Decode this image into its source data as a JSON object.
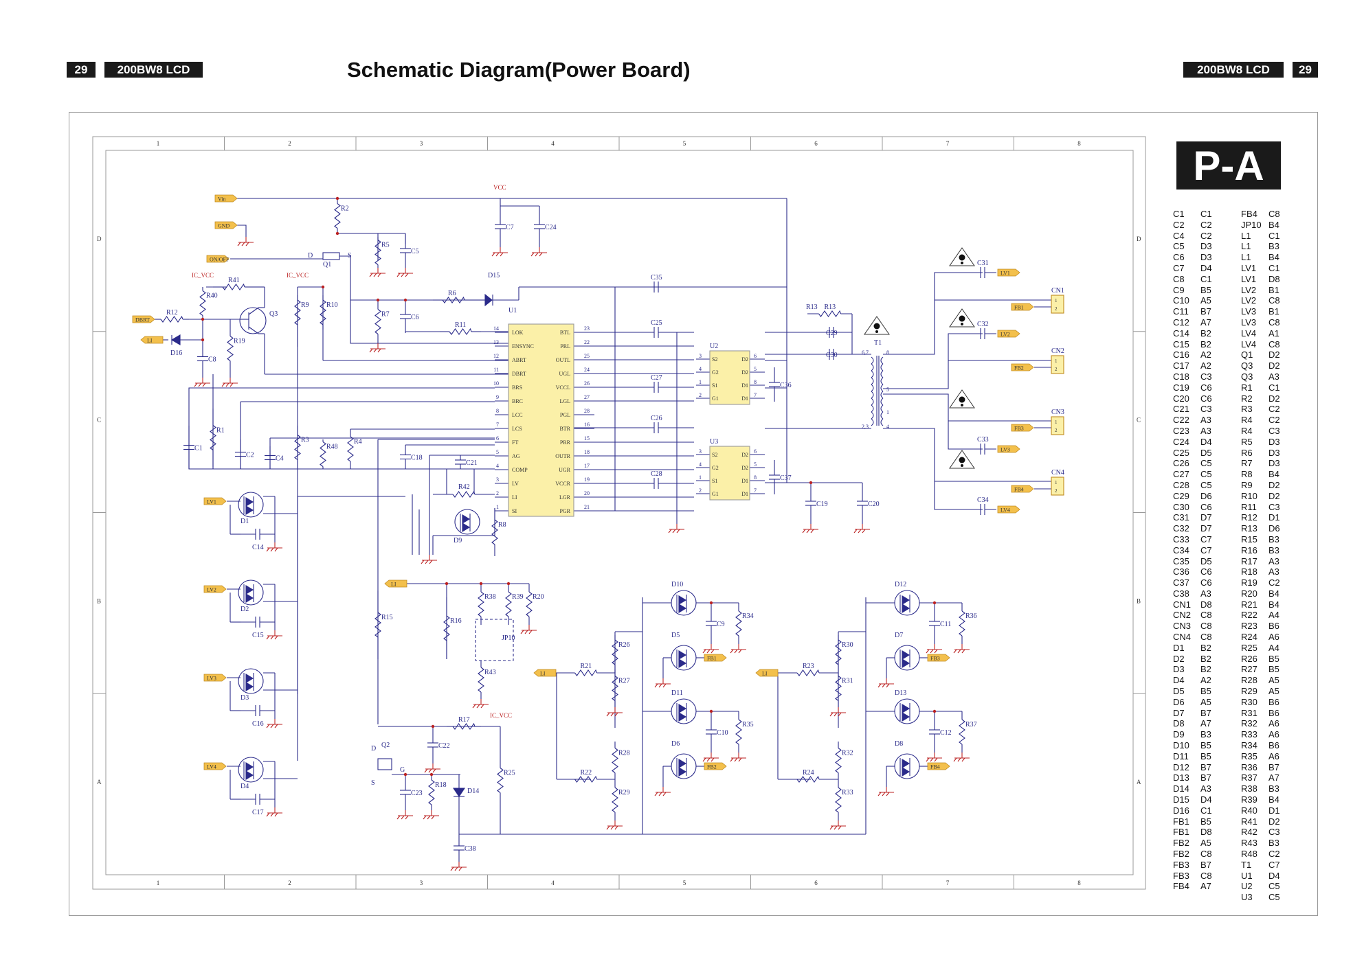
{
  "header": {
    "page_number": "29",
    "model": "200BW8 LCD",
    "title": "Schematic Diagram(Power Board)"
  },
  "board_label": "P-A",
  "grid": {
    "columns": [
      "1",
      "2",
      "3",
      "4",
      "5",
      "6",
      "7",
      "8"
    ],
    "rows": [
      "D",
      "C",
      "B",
      "A"
    ]
  },
  "nets": {
    "vin": "Vin",
    "gnd": "GND",
    "onoff": "ON/OFF",
    "dbrt": "DBRT",
    "li": "LI",
    "vcc": "VCC",
    "ic_vcc": "IC_VCC",
    "lv1": "LV1",
    "lv2": "LV2",
    "lv3": "LV3",
    "lv4": "LV4",
    "fb1": "FB1",
    "fb2": "FB2",
    "fb3": "FB3",
    "fb4": "FB4"
  },
  "ic": {
    "name": "U1",
    "left_pins": [
      {
        "num": "14",
        "name": "LOK"
      },
      {
        "num": "13",
        "name": "ENSYNC"
      },
      {
        "num": "12",
        "name": "ABRT"
      },
      {
        "num": "11",
        "name": "DBRT"
      },
      {
        "num": "10",
        "name": "BRS"
      },
      {
        "num": "9",
        "name": "BRC"
      },
      {
        "num": "8",
        "name": "LCC"
      },
      {
        "num": "7",
        "name": "LCS"
      },
      {
        "num": "6",
        "name": "FT"
      },
      {
        "num": "5",
        "name": "AG"
      },
      {
        "num": "4",
        "name": "COMP"
      },
      {
        "num": "3",
        "name": "LV"
      },
      {
        "num": "2",
        "name": "LI"
      },
      {
        "num": "1",
        "name": "SI"
      }
    ],
    "right_pins": [
      {
        "num": "23",
        "name": "BTL"
      },
      {
        "num": "22",
        "name": "PRL"
      },
      {
        "num": "25",
        "name": "OUTL"
      },
      {
        "num": "24",
        "name": "UGL"
      },
      {
        "num": "26",
        "name": "VCCL"
      },
      {
        "num": "27",
        "name": "LGL"
      },
      {
        "num": "28",
        "name": "PGL"
      },
      {
        "num": "16",
        "name": "BTR"
      },
      {
        "num": "15",
        "name": "PRR"
      },
      {
        "num": "18",
        "name": "OUTR"
      },
      {
        "num": "17",
        "name": "UGR"
      },
      {
        "num": "19",
        "name": "VCCR"
      },
      {
        "num": "20",
        "name": "LGR"
      },
      {
        "num": "21",
        "name": "PGR"
      }
    ]
  },
  "mosfet_drivers": [
    {
      "name": "U2",
      "pins": [
        {
          "num": "3",
          "name": "S2"
        },
        {
          "num": "4",
          "name": "G2"
        },
        {
          "num": "1",
          "name": "S1"
        },
        {
          "num": "2",
          "name": "G1"
        }
      ],
      "right_pins": [
        {
          "num": "6",
          "name": "D2"
        },
        {
          "num": "5",
          "name": "D2"
        },
        {
          "num": "8",
          "name": "D1"
        },
        {
          "num": "7",
          "name": "D1"
        }
      ]
    },
    {
      "name": "U3",
      "pins": [
        {
          "num": "3",
          "name": "S2"
        },
        {
          "num": "4",
          "name": "G2"
        },
        {
          "num": "1",
          "name": "S1"
        },
        {
          "num": "2",
          "name": "G1"
        }
      ],
      "right_pins": [
        {
          "num": "6",
          "name": "D2"
        },
        {
          "num": "5",
          "name": "D2"
        },
        {
          "num": "8",
          "name": "D1"
        },
        {
          "num": "7",
          "name": "D1"
        }
      ]
    }
  ],
  "transformer": {
    "name": "T1",
    "pins": [
      "6,7",
      "2,3",
      "8",
      "5",
      "1",
      "4"
    ]
  },
  "connectors": [
    "CN1",
    "CN2",
    "CN3",
    "CN4"
  ],
  "connector_pins": [
    "1",
    "2"
  ],
  "labels": {
    "r2": "R2",
    "r5": "R5",
    "c5": "C5",
    "q1": "Q1",
    "d": "D",
    "s": "S",
    "g": "G",
    "c7": "C7",
    "c24": "C24",
    "r41": "R41",
    "r40": "R40",
    "r12": "R12",
    "q3": "Q3",
    "r19": "R19",
    "c8": "C8",
    "d16": "D16",
    "r9": "R9",
    "r10": "R10",
    "r7": "R7",
    "c6": "C6",
    "r6": "R6",
    "d15": "D15",
    "r11": "R11",
    "c35": "C35",
    "c25": "C25",
    "c27": "C27",
    "c26": "C26",
    "c28": "C28",
    "c36": "C36",
    "c37": "C37",
    "c19": "C19",
    "c20": "C20",
    "r13": "R13",
    "c29": "C29",
    "c30": "C30",
    "c31": "C31",
    "c32": "C32",
    "c33": "C33",
    "c34": "C34",
    "c1": "C1",
    "r1": "R1",
    "c2": "C2",
    "c4": "C4",
    "r3": "R3",
    "r48": "R48",
    "r4": "R4",
    "c18": "C18",
    "c21": "C21",
    "r42": "R42",
    "d9": "D9",
    "r8": "R8",
    "d1": "D1",
    "c14": "C14",
    "d2": "D2",
    "c15": "C15",
    "d3": "D3",
    "c16": "C16",
    "d4": "D4",
    "c17": "C17",
    "r38": "R38",
    "r39": "R39",
    "r20": "R20",
    "jp10": "JP10",
    "r43": "R43",
    "r15": "R15",
    "r16": "R16",
    "q2": "Q2",
    "r17": "R17",
    "c22": "C22",
    "c23": "C23",
    "r18": "R18",
    "d14": "D14",
    "r25": "R25",
    "c38": "C38",
    "d10": "D10",
    "c9": "C9",
    "r34": "R34",
    "d5": "D5",
    "r26": "R26",
    "r27": "R27",
    "r21": "R21",
    "d11": "D11",
    "c10": "C10",
    "r35": "R35",
    "d6": "D6",
    "r28": "R28",
    "r29": "R29",
    "r22": "R22",
    "d12": "D12",
    "c11": "C11",
    "r36": "R36",
    "d7": "D7",
    "r30": "R30",
    "r31": "R31",
    "r23": "R23",
    "d13": "D13",
    "c12": "C12",
    "r37": "R37",
    "d8": "D8",
    "r32": "R32",
    "r33": "R33",
    "r24": "R24"
  },
  "reference_list": {
    "left": [
      [
        "C1",
        "C1"
      ],
      [
        "C2",
        "C2"
      ],
      [
        "C4",
        "C2"
      ],
      [
        "C5",
        "D3"
      ],
      [
        "C6",
        "D3"
      ],
      [
        "C7",
        "D4"
      ],
      [
        "C8",
        "C1"
      ],
      [
        "C9",
        "B5"
      ],
      [
        "C10",
        "A5"
      ],
      [
        "C11",
        "B7"
      ],
      [
        "C12",
        "A7"
      ],
      [
        "C14",
        "B2"
      ],
      [
        "C15",
        "B2"
      ],
      [
        "C16",
        "A2"
      ],
      [
        "C17",
        "A2"
      ],
      [
        "C18",
        "C3"
      ],
      [
        "C19",
        "C6"
      ],
      [
        "C20",
        "C6"
      ],
      [
        "C21",
        "C3"
      ],
      [
        "C22",
        "A3"
      ],
      [
        "C23",
        "A3"
      ],
      [
        "C24",
        "D4"
      ],
      [
        "C25",
        "D5"
      ],
      [
        "C26",
        "C5"
      ],
      [
        "C27",
        "C5"
      ],
      [
        "C28",
        "C5"
      ],
      [
        "C29",
        "D6"
      ],
      [
        "C30",
        "C6"
      ],
      [
        "C31",
        "D7"
      ],
      [
        "C32",
        "D7"
      ],
      [
        "C33",
        "C7"
      ],
      [
        "C34",
        "C7"
      ],
      [
        "C35",
        "D5"
      ],
      [
        "C36",
        "C6"
      ],
      [
        "C37",
        "C6"
      ],
      [
        "C38",
        "A3"
      ],
      [
        "CN1",
        "D8"
      ],
      [
        "CN2",
        "C8"
      ],
      [
        "CN3",
        "C8"
      ],
      [
        "CN4",
        "C8"
      ],
      [
        "D1",
        "B2"
      ],
      [
        "D2",
        "B2"
      ],
      [
        "D3",
        "B2"
      ],
      [
        "D4",
        "A2"
      ],
      [
        "D5",
        "B5"
      ],
      [
        "D6",
        "A5"
      ],
      [
        "D7",
        "B7"
      ],
      [
        "D8",
        "A7"
      ],
      [
        "D9",
        "B3"
      ],
      [
        "D10",
        "B5"
      ],
      [
        "D11",
        "B5"
      ],
      [
        "D12",
        "B7"
      ],
      [
        "D13",
        "B7"
      ],
      [
        "D14",
        "A3"
      ],
      [
        "D15",
        "D4"
      ],
      [
        "D16",
        "C1"
      ],
      [
        "FB1",
        "B5"
      ],
      [
        "FB1",
        "D8"
      ],
      [
        "FB2",
        "A5"
      ],
      [
        "FB2",
        "C8"
      ],
      [
        "FB3",
        "B7"
      ],
      [
        "FB3",
        "C8"
      ],
      [
        "FB4",
        "A7"
      ]
    ],
    "right": [
      [
        "FB4",
        "C8"
      ],
      [
        "JP10",
        "B4"
      ],
      [
        "L1",
        "C1"
      ],
      [
        "L1",
        "B3"
      ],
      [
        "L1",
        "B4"
      ],
      [
        "LV1",
        "C1"
      ],
      [
        "LV1",
        "D8"
      ],
      [
        "LV2",
        "B1"
      ],
      [
        "LV2",
        "C8"
      ],
      [
        "LV3",
        "B1"
      ],
      [
        "LV3",
        "C8"
      ],
      [
        "LV4",
        "A1"
      ],
      [
        "LV4",
        "C8"
      ],
      [
        "Q1",
        "D2"
      ],
      [
        "Q3",
        "D2"
      ],
      [
        "Q3",
        "A3"
      ],
      [
        "R1",
        "C1"
      ],
      [
        "R2",
        "D2"
      ],
      [
        "R3",
        "C2"
      ],
      [
        "R4",
        "C2"
      ],
      [
        "R4",
        "C3"
      ],
      [
        "R5",
        "D3"
      ],
      [
        "R6",
        "D3"
      ],
      [
        "R7",
        "D3"
      ],
      [
        "R8",
        "B4"
      ],
      [
        "R9",
        "D2"
      ],
      [
        "R10",
        "D2"
      ],
      [
        "R11",
        "C3"
      ],
      [
        "R12",
        "D1"
      ],
      [
        "R13",
        "D6"
      ],
      [
        "R15",
        "B3"
      ],
      [
        "R16",
        "B3"
      ],
      [
        "R17",
        "A3"
      ],
      [
        "R18",
        "A3"
      ],
      [
        "R19",
        "C2"
      ],
      [
        "R20",
        "B4"
      ],
      [
        "R21",
        "B4"
      ],
      [
        "R22",
        "A4"
      ],
      [
        "R23",
        "B6"
      ],
      [
        "R24",
        "A6"
      ],
      [
        "R25",
        "A4"
      ],
      [
        "R26",
        "B5"
      ],
      [
        "R27",
        "B5"
      ],
      [
        "R28",
        "A5"
      ],
      [
        "R29",
        "A5"
      ],
      [
        "R30",
        "B6"
      ],
      [
        "R31",
        "B6"
      ],
      [
        "R32",
        "A6"
      ],
      [
        "R33",
        "A6"
      ],
      [
        "R34",
        "B6"
      ],
      [
        "R35",
        "A6"
      ],
      [
        "R36",
        "B7"
      ],
      [
        "R37",
        "A7"
      ],
      [
        "R38",
        "B3"
      ],
      [
        "R39",
        "B4"
      ],
      [
        "R40",
        "D1"
      ],
      [
        "R41",
        "D2"
      ],
      [
        "R42",
        "C3"
      ],
      [
        "R43",
        "B3"
      ],
      [
        "R48",
        "C2"
      ],
      [
        "T1",
        "C7"
      ],
      [
        "U1",
        "D4"
      ],
      [
        "U2",
        "C5"
      ],
      [
        "U3",
        "C5"
      ]
    ]
  }
}
